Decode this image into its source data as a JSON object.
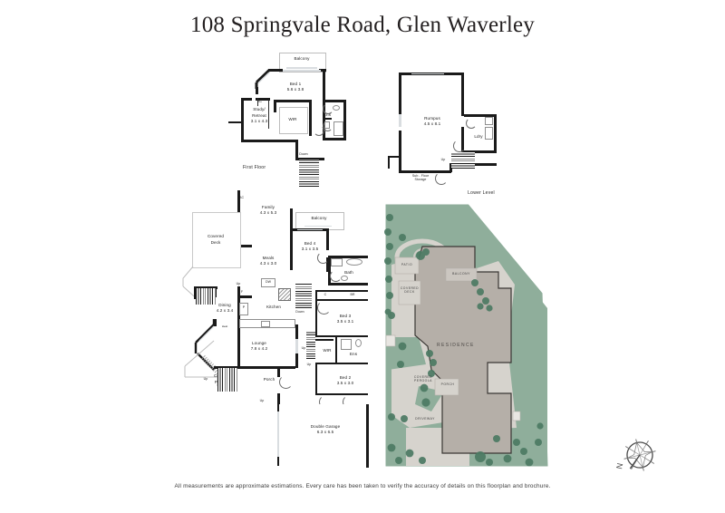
{
  "document": {
    "title": "108 Springvale Road, Glen Waverley",
    "footer_note": "All measurements are approximate estimations. Every care has been taken to verify the accuracy of details on this floorplan and brochure."
  },
  "colors": {
    "wall": "#1a1a1a",
    "paper": "#ffffff",
    "text": "#231f20",
    "site_lawn": "#8fae9b",
    "site_path": "#d6d3cd",
    "site_residence": "#b5afa8",
    "site_tree": "#4c7a63",
    "glass": "#d9dde0"
  },
  "levels": [
    {
      "id": "first-floor",
      "caption": "First Floor",
      "rooms": [
        {
          "name": "Balcony",
          "dims": ""
        },
        {
          "name": "Bed 1",
          "dims": "5.6 x 3.8"
        },
        {
          "name": "Study/\nRetreat",
          "dims": "3.1 x 4.3"
        },
        {
          "name": "WIR",
          "dims": ""
        },
        {
          "name": "Ens",
          "dims": ""
        }
      ],
      "markers": [
        {
          "label": "AC"
        },
        {
          "label": "Down"
        }
      ]
    },
    {
      "id": "lower-level",
      "caption": "Lower Level",
      "rooms": [
        {
          "name": "Rumpus",
          "dims": "4.5 x 8.1"
        },
        {
          "name": "Ldry",
          "dims": ""
        },
        {
          "name": "Sub - Floor\nStorage",
          "dims": ""
        }
      ],
      "markers": [
        {
          "label": "Up"
        }
      ]
    },
    {
      "id": "ground-floor",
      "caption": "",
      "rooms": [
        {
          "name": "Family",
          "dims": "4.3 x 5.3"
        },
        {
          "name": "Meals",
          "dims": "4.3 x 3.0"
        },
        {
          "name": "Dining",
          "dims": "4.2 x 3.4"
        },
        {
          "name": "Kitchen",
          "dims": ""
        },
        {
          "name": "Lounge",
          "dims": "7.8 x 4.2"
        },
        {
          "name": "Covered\nDeck",
          "dims": ""
        },
        {
          "name": "Covered\nPergola",
          "dims": ""
        },
        {
          "name": "Porch",
          "dims": ""
        },
        {
          "name": "Balcony",
          "dims": ""
        },
        {
          "name": "Bed 4",
          "dims": "3.1 x 3.5"
        },
        {
          "name": "Bath",
          "dims": ""
        },
        {
          "name": "Bed 3",
          "dims": "3.5 x 3.1"
        },
        {
          "name": "Bed 2",
          "dims": "3.5 x 3.0"
        },
        {
          "name": "WIR",
          "dims": ""
        },
        {
          "name": "Ens",
          "dims": ""
        },
        {
          "name": "Double Garage",
          "dims": "6.3 x 6.5"
        }
      ],
      "markers": [
        {
          "label": "AC"
        },
        {
          "label": "DW"
        },
        {
          "label": "F"
        },
        {
          "label": "P"
        },
        {
          "label": "C"
        },
        {
          "label": "BR"
        },
        {
          "label": "Up"
        },
        {
          "label": "Down"
        }
      ]
    }
  ],
  "labels": {
    "balcony_top": "Balcony",
    "bed1": "Bed 1",
    "bed1_dims": "5.6 x 3.8",
    "study_retreat": "Study/\nRetreat",
    "study_retreat_dims": "3.1 x 4.3",
    "wir_top": "WIR",
    "ens_top": "Ens",
    "ac_top": "AC",
    "down_top": "Down",
    "first_floor": "First Floor",
    "rumpus": "Rumpus",
    "rumpus_dims": "4.5 x 8.1",
    "ldry": "Ldry",
    "subfloor_storage": "Sub - Floor\nStorage",
    "up_lower": "Up",
    "lower_level": "Lower Level",
    "ac_mid": "AC",
    "family": "Family",
    "family_dims": "4.3 x 5.3",
    "covered_deck": "Covered\nDeck",
    "meals": "Meals",
    "meals_dims": "4.3 x 3.0",
    "balcony_mid": "Balcony",
    "bed4": "Bed 4",
    "bed4_dims": "3.1 x 3.5",
    "bath": "Bath",
    "c_cupboard": "C",
    "br": "BR",
    "bed3": "Bed 3",
    "bed3_dims": "3.5 x 3.1",
    "dining": "Dining",
    "dining_dims": "4.2 x 3.4",
    "kitchen": "Kitchen",
    "dw": "DW",
    "f_fridge": "F",
    "p_pantry": "P",
    "up_1": "Up",
    "down_mid": "Down",
    "lounge": "Lounge",
    "lounge_dims": "7.8 x 4.2",
    "wir_mid": "WIR",
    "ens_mid": "Ens",
    "up_2": "Up",
    "up_3": "Up",
    "up_4": "Up",
    "up_5": "Up",
    "bed2": "Bed 2",
    "bed2_dims": "3.5 x 3.0",
    "covered_pergola": "Covered\nPergola",
    "porch": "Porch",
    "double_garage": "Double Garage",
    "double_garage_dims": "6.3 x 6.5"
  },
  "site_plan": {
    "labels": {
      "residence": "RESIDENCE",
      "balcony": "BALCONY",
      "covered_deck": "COVERED\nDECK",
      "covered_pergola": "COVERED\nPERGOLA",
      "porch": "PORCH",
      "driveway": "DRIVEWAY",
      "patio": "PATIO"
    }
  },
  "compass": {
    "north_letter": "N"
  }
}
